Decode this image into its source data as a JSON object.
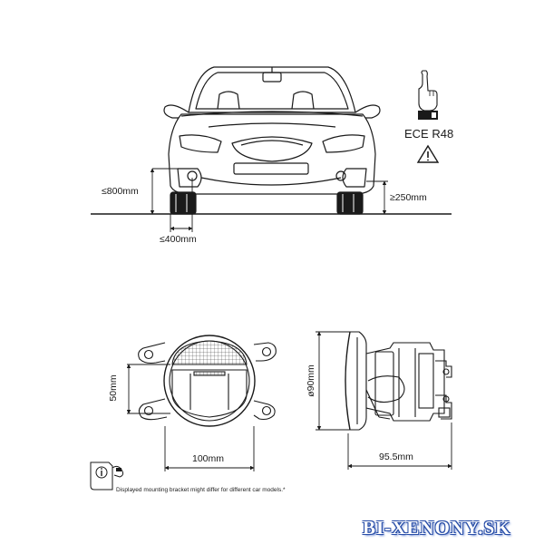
{
  "dimensions": {
    "max_height": "≤800mm",
    "min_height": "≥250mm",
    "max_side": "≤400mm",
    "lamp_height": "50mm",
    "lamp_width": "100mm",
    "lamp_diameter": "ø90mm",
    "lamp_depth": "95.5mm"
  },
  "regulation": {
    "label": "ECE R48"
  },
  "note": {
    "text": "Displayed mounting bracket might differ for different car models.*"
  },
  "watermark": {
    "text": "BI-XENONY.SK"
  },
  "icons": [
    "car-front-icon",
    "hand-finger-icon",
    "warning-triangle-icon",
    "info-document-icon",
    "fog-lamp-front-icon",
    "fog-lamp-side-icon"
  ],
  "colors": {
    "line": "#1a1a1a",
    "watermark_outline": "#2a4fa8"
  }
}
